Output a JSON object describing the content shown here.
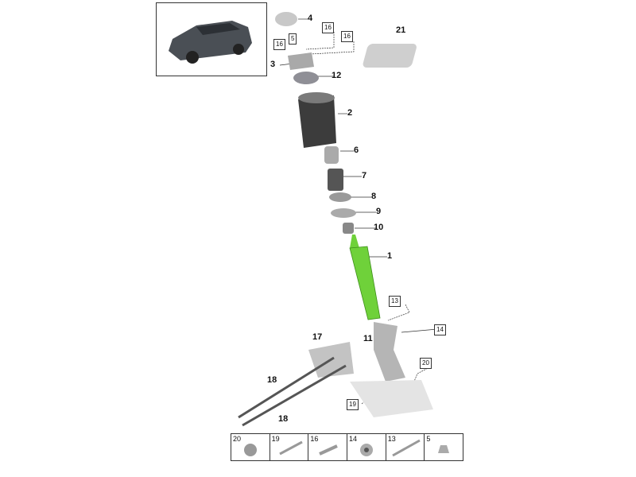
{
  "labels": [
    "4",
    "3",
    "12",
    "21",
    "2",
    "6",
    "7",
    "8",
    "9",
    "10",
    "1",
    "11",
    "17",
    "18",
    "18"
  ],
  "boxed": [
    "5",
    "16",
    "16",
    "16",
    "13",
    "14",
    "20",
    "19"
  ],
  "strip": [
    "20",
    "19",
    "16",
    "14",
    "13",
    "5"
  ],
  "colors": {
    "shock": "#6fd13a",
    "part": "#b9b9b9"
  }
}
